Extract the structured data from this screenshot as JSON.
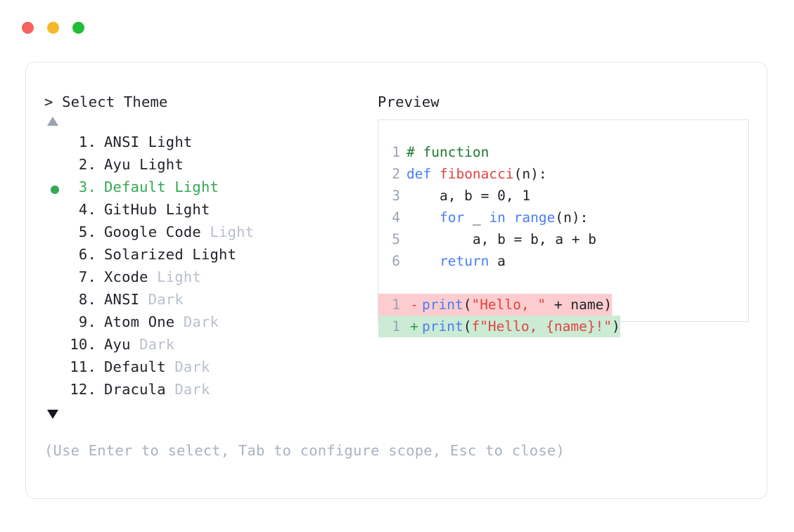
{
  "window": {
    "traffic_lights": [
      {
        "name": "close",
        "color": "#f5625d"
      },
      {
        "name": "minimize",
        "color": "#f6b82b"
      },
      {
        "name": "zoom",
        "color": "#22bd38"
      }
    ]
  },
  "selector": {
    "prompt": "> Select Theme",
    "scroll_up_icon": "triangle-up",
    "scroll_down_icon": "triangle-down",
    "selected_index": 3,
    "selection_color": "#34a853",
    "items": [
      {
        "index": "1.",
        "name": "ANSI",
        "variant": " Light",
        "variant_dim": false,
        "selected": false
      },
      {
        "index": "2.",
        "name": "Ayu",
        "variant": " Light",
        "variant_dim": false,
        "selected": false
      },
      {
        "index": "3.",
        "name": "Default",
        "variant": " Light",
        "variant_dim": false,
        "selected": true
      },
      {
        "index": "4.",
        "name": "GitHub",
        "variant": " Light",
        "variant_dim": false,
        "selected": false
      },
      {
        "index": "5.",
        "name": "Google Code",
        "variant": " Light",
        "variant_dim": true,
        "selected": false
      },
      {
        "index": "6.",
        "name": "Solarized",
        "variant": " Light",
        "variant_dim": false,
        "selected": false
      },
      {
        "index": "7.",
        "name": "Xcode",
        "variant": " Light",
        "variant_dim": true,
        "selected": false
      },
      {
        "index": "8.",
        "name": "ANSI",
        "variant": " Dark",
        "variant_dim": true,
        "selected": false
      },
      {
        "index": "9.",
        "name": "Atom One",
        "variant": " Dark",
        "variant_dim": true,
        "selected": false
      },
      {
        "index": "10.",
        "name": "Ayu",
        "variant": " Dark",
        "variant_dim": true,
        "selected": false
      },
      {
        "index": "11.",
        "name": "Default",
        "variant": " Dark",
        "variant_dim": true,
        "selected": false
      },
      {
        "index": "12.",
        "name": "Dracula",
        "variant": " Dark",
        "variant_dim": true,
        "selected": false
      }
    ]
  },
  "preview": {
    "label": "Preview",
    "code_lines": [
      {
        "ln": "1",
        "tokens": [
          {
            "t": "# function",
            "c": "comment"
          }
        ]
      },
      {
        "ln": "2",
        "tokens": [
          {
            "t": "def ",
            "c": "keyword"
          },
          {
            "t": "fibonacci",
            "c": "function"
          },
          {
            "t": "(n):",
            "c": "punct"
          }
        ]
      },
      {
        "ln": "3",
        "tokens": [
          {
            "t": "    a, b = 0, 1",
            "c": "plain"
          }
        ]
      },
      {
        "ln": "4",
        "tokens": [
          {
            "t": "    ",
            "c": "plain"
          },
          {
            "t": "for",
            "c": "keyword"
          },
          {
            "t": " _ ",
            "c": "plain"
          },
          {
            "t": "in",
            "c": "keyword"
          },
          {
            "t": " ",
            "c": "plain"
          },
          {
            "t": "range",
            "c": "builtin"
          },
          {
            "t": "(n):",
            "c": "punct"
          }
        ]
      },
      {
        "ln": "5",
        "tokens": [
          {
            "t": "        a, b = b, a + b",
            "c": "plain"
          }
        ]
      },
      {
        "ln": "6",
        "tokens": [
          {
            "t": "    ",
            "c": "plain"
          },
          {
            "t": "return",
            "c": "keyword"
          },
          {
            "t": " a",
            "c": "plain"
          }
        ]
      }
    ],
    "diff_lines": [
      {
        "ln": "1",
        "marker": "-",
        "kind": "del",
        "tokens": [
          {
            "t": "print",
            "c": "builtin"
          },
          {
            "t": "(",
            "c": "punct"
          },
          {
            "t": "\"Hello, \"",
            "c": "string"
          },
          {
            "t": " + name",
            "c": "plain"
          },
          {
            "t": ")",
            "c": "punct"
          }
        ]
      },
      {
        "ln": "1",
        "marker": "+",
        "kind": "add",
        "tokens": [
          {
            "t": "print",
            "c": "builtin"
          },
          {
            "t": "(",
            "c": "punct"
          },
          {
            "t": "f\"Hello, {name}!\"",
            "c": "string"
          },
          {
            "t": ")",
            "c": "punct"
          }
        ]
      }
    ],
    "colors": {
      "comment": "#1f7a33",
      "keyword": "#4a7ef5",
      "function": "#e0443e",
      "builtin": "#4a7ef5",
      "string": "#e0443e",
      "plain": "#20232a",
      "diff_del_bg": "#fcccce",
      "diff_add_bg": "#cbebd5"
    }
  },
  "footer": {
    "hint": "(Use Enter to select, Tab to configure scope, Esc to close)"
  }
}
